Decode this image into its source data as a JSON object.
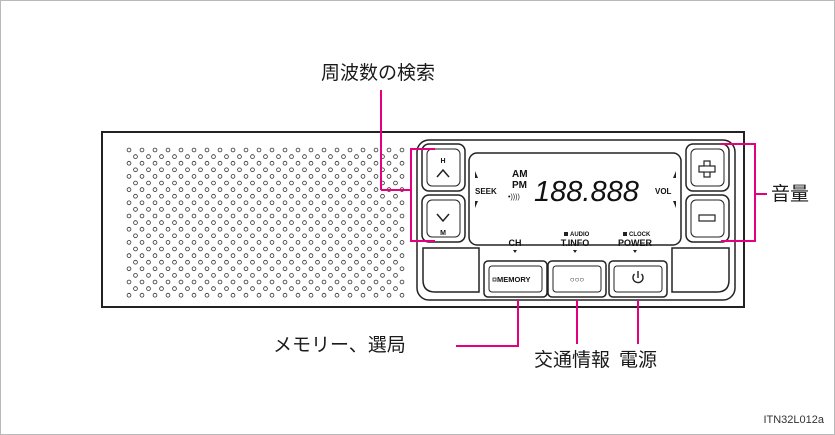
{
  "callouts": {
    "seek": "周波数の検索",
    "volume": "音量",
    "memory": "メモリー、選局",
    "traffic": "交通情報",
    "power": "電源"
  },
  "display": {
    "seek_label": "SEEK",
    "vol_label": "VOL",
    "am_label": "AM",
    "pm_label": "PM",
    "digits": "188.888",
    "ch_label": "CH",
    "audio_label": "AUDIO",
    "tinfo_label": "T.INFO",
    "clock_label": "CLOCK",
    "power_label": "POWER"
  },
  "buttons": {
    "seek_up_letter": "H",
    "seek_down_letter": "M",
    "memory_label": "MEMORY",
    "tinfo_button_symbol": "○○○"
  },
  "figure_code": "ITN32L012a"
}
